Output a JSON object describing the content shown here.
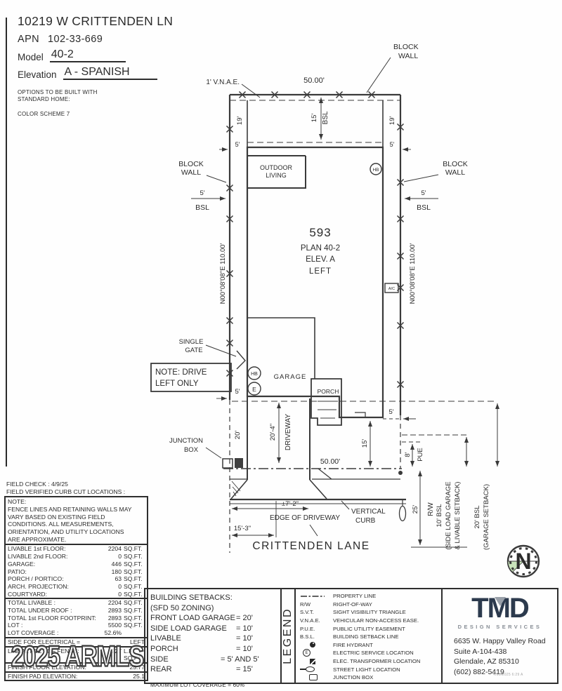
{
  "header": {
    "address": "10219 W CRITTENDEN LN",
    "apn_label": "APN",
    "apn_value": "102-33-669",
    "model_label": "Model",
    "model_value": "40-2",
    "elevation_label": "Elevation",
    "elevation_value": "A - SPANISH",
    "options_line1": "OPTIONS TO BE BUILT WITH",
    "options_line2": "STANDARD HOME:",
    "color_scheme": "COLOR SCHEME 7"
  },
  "plan": {
    "lot_width": "50.00'",
    "vnae": "1' V.N.A.E.",
    "block": "BLOCK",
    "wall": "WALL",
    "d19": "19'",
    "d15": "15'",
    "bsl": "BSL",
    "d5": "5'",
    "d8": "8'",
    "pue": "PUE",
    "d20": "20'",
    "d25": "25'",
    "rw": "R/W",
    "d204": "20'-4\"",
    "d72": "±7'-2\"",
    "d153": "15'-3\"",
    "lot_number": "593",
    "plan_name": "PLAN 40-2",
    "elevation": "ELEV. A",
    "orientation": "LEFT",
    "bearing": "N00°08'08\"E 110.00'",
    "outdoor1": "OUTDOOR",
    "outdoor2": "LIVING",
    "garage": "GARAGE",
    "porch": "PORCH",
    "driveway": "DRIVEWAY",
    "hb": "HB",
    "e": "E",
    "ac": "A/C",
    "single1": "SINGLE",
    "single2": "GATE",
    "note1": "NOTE: DRIVE",
    "note2": "LEFT ONLY",
    "junction1": "JUNCTION",
    "junction2": "BOX",
    "edge_of_driveway": "EDGE OF DRIVEWAY",
    "vertical1": "VERTICAL",
    "vertical2": "CURB",
    "street": "CRITTENDEN LANE",
    "bsl10_1": "10' BSL",
    "bsl10_2": "(SIDE LOAD GARAGE",
    "bsl10_3": "& LIVABLE SETBACK)",
    "bsl20_1": "20' BSL",
    "bsl20_2": "(GARAGE SETBACK)",
    "north": "N"
  },
  "notes": {
    "field_check": "FIELD CHECK : 4/9/25",
    "field_verified": "FIELD VERIFIED CURB CUT LOCATIONS :",
    "note_lines": [
      "NOTE:",
      "FENCE LINES AND RETAINING WALLS MAY",
      "VARY BASED ON EXISTING FIELD",
      "CONDITIONS.  ALL MEASUREMENTS,",
      "ORIENTATION, AND UTILITY LOCATIONS",
      "ARE APPROXIMATE."
    ],
    "area_rows": [
      {
        "label": "LIVABLE 1st FLOOR:",
        "value": "2204",
        "unit": "SQ.FT."
      },
      {
        "label": "LIVABLE 2nd FLOOR:",
        "value": "0",
        "unit": "SQ.FT."
      },
      {
        "label": "GARAGE:",
        "value": "446",
        "unit": "SQ.FT."
      },
      {
        "label": "PATIO:",
        "value": "180",
        "unit": "SQ.FT."
      },
      {
        "label": "PORCH / PORTICO:",
        "value": "63",
        "unit": "SQ.FT."
      },
      {
        "label": "ARCH. PROJECTION:",
        "value": "0",
        "unit": "SQ.FT."
      },
      {
        "label": "COURTYARD:",
        "value": "0",
        "unit": "SQ.FT."
      }
    ],
    "total_rows": [
      {
        "label": "TOTAL LIVABLE :",
        "value": "2204",
        "unit": "SQ.FT."
      },
      {
        "label": "TOTAL UNDER ROOF :",
        "value": "2893",
        "unit": "SQ.FT."
      },
      {
        "label": "TOTAL 1st FLOOR FOOTPRINT:",
        "value": "2893",
        "unit": "SQ.FT."
      },
      {
        "label": "LOT :",
        "value": "5500",
        "unit": "SQ.FT."
      },
      {
        "label": "LOT COVERAGE :",
        "value": "52.6%",
        "unit": ""
      }
    ],
    "electrical_label": "SIDE FOR ELECTRICAL =",
    "electrical_value": "LEFT",
    "fence_label": "LINEAL FEET OF FENCE:",
    "fence_value": "227",
    "fence_unit": "L.F.",
    "obscured_unit": "SQ.FT.",
    "ffe_label": "FINISH FLOOR ELEVATION:",
    "ffe_value": "25.77",
    "fpe_label": "FINISH PAD ELEVATION:",
    "fpe_value": "25.1",
    "watermark": "2025 ARMLS"
  },
  "setbacks": {
    "title": "BUILDING SETBACKS:",
    "zoning": "(SFD 50 ZONING)",
    "rows": [
      {
        "label": "FRONT LOAD GARAGE",
        "value": "= 20'"
      },
      {
        "label": "SIDE LOAD GARAGE",
        "value": "= 10'"
      },
      {
        "label": "LIVABLE",
        "value": "= 10'"
      },
      {
        "label": "PORCH",
        "value": "= 10'"
      },
      {
        "label": "SIDE",
        "value": "= 5' AND 5'"
      },
      {
        "label": "REAR",
        "value": "= 15'"
      }
    ],
    "max_coverage": "MAXIMUM LOT COVERAGE = 60%"
  },
  "legend": {
    "title": "LEGEND",
    "items": [
      {
        "sym": "",
        "label": "PROPERTY LINE"
      },
      {
        "sym": "R/W",
        "label": "RIGHT-OF-WAY"
      },
      {
        "sym": "S.V.T.",
        "label": "SIGHT VISIBILITY TRIANGLE"
      },
      {
        "sym": "V.N.A.E.",
        "label": "VEHICULAR NON-ACCESS EASE."
      },
      {
        "sym": "P.U.E.",
        "label": "PUBLIC UTILITY EASEMENT"
      },
      {
        "sym": "B.S.L.",
        "label": "BUILDING SETBACK LINE"
      },
      {
        "sym": "",
        "label": "FIRE HYDRANT"
      },
      {
        "sym": "E",
        "label": "ELECTRIC SERVICE LOCATION"
      },
      {
        "sym": "",
        "label": "ELEC. TRANSFORMER LOCATION"
      },
      {
        "sym": "",
        "label": "STREET LIGHT LOCATION"
      },
      {
        "sym": "",
        "label": "JUNCTION BOX"
      }
    ]
  },
  "firm": {
    "name": "TMD",
    "tagline": "DESIGN SERVICES",
    "addr1": "6635 W. Happy Valley Road",
    "addr2": "Suite A-104-438",
    "addr3": "Glendale, AZ 85310",
    "phone": "(602) 882-5419",
    "stamp": "4/09/2025 6:29 A"
  }
}
